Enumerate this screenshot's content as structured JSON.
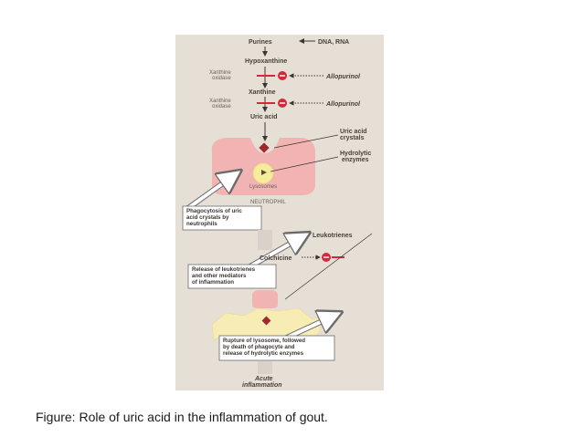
{
  "diagram": {
    "purines": "Purines",
    "dna_rna": "DNA, RNA",
    "hypoxanthine": "Hypoxanthine",
    "xanthine_oxidase_1_line1": "Xanthine",
    "xanthine_oxidase_1_line2": "oxidase",
    "allopurinol_1": "Allopurinol",
    "xanthine": "Xanthine",
    "xanthine_oxidase_2_line1": "Xanthine",
    "xanthine_oxidase_2_line2": "oxidase",
    "allopurinol_2": "Allopurinol",
    "uric_acid": "Uric acid",
    "uric_acid_crystals_line1": "Uric acid",
    "uric_acid_crystals_line2": "crystals",
    "hydrolytic_enzymes_line1": "Hydrolytic",
    "hydrolytic_enzymes_line2": "enzymes",
    "lysosomes": "Lysosomes",
    "neutrophil": "NEUTROPHIL",
    "phagocytosis_line1": "Phagocytosis of uric",
    "phagocytosis_line2": "acid crystals by",
    "phagocytosis_line3": "neutrophils",
    "leukotrienes": "Leukotrienes",
    "colchicine": "Colchicine",
    "release_line1": "Release of leukotrienes",
    "release_line2": "and other mediators",
    "release_line3": "of inflammation",
    "rupture_line1": "Rupture of lysosome, followed",
    "rupture_line2": "by death of phagocyte and",
    "rupture_line3": "release of hydrolytic enzymes",
    "acute_line1": "Acute",
    "acute_line2": "inflammation"
  },
  "caption": "Figure: Role of uric acid in the inflammation of gout.",
  "colors": {
    "panel_bg": "#e6dfd6",
    "cell_pink": "#f2b3b3",
    "inhibitor_red": "#d6283b",
    "crystal": "#9e2b2b",
    "lysosome_yellow": "#f5ec9c",
    "ruptured_yellow": "#f7ecb3",
    "text": "#4a3f3a"
  }
}
